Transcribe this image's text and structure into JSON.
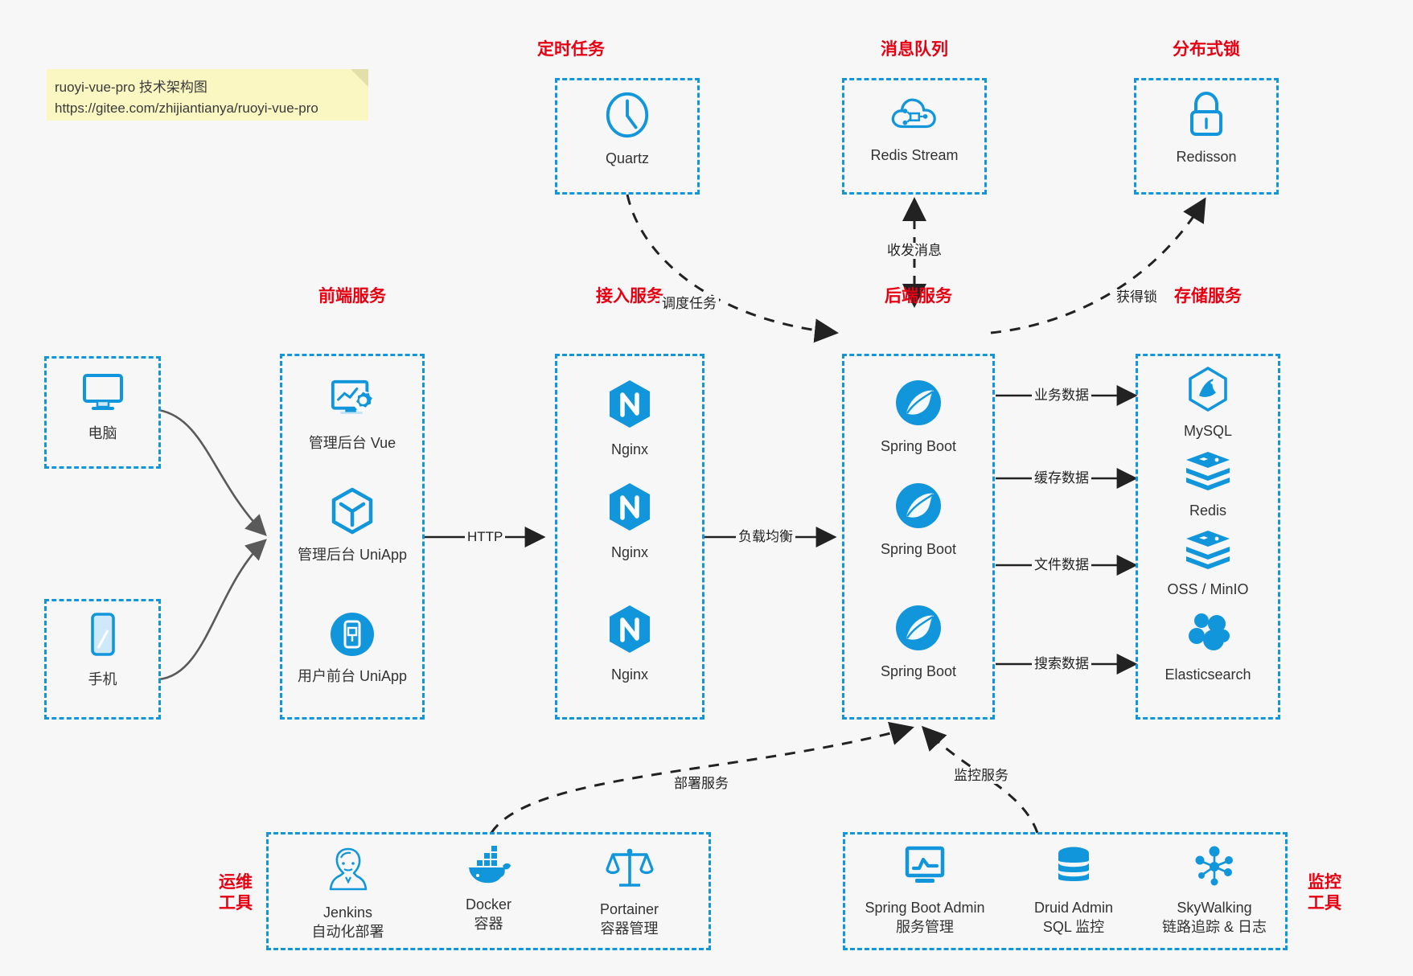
{
  "note": {
    "line1": "ruoyi-vue-pro 技术架构图",
    "line2": "https://gitee.com/zhijiantianya/ruoyi-vue-pro"
  },
  "colors": {
    "accent": "#1296db",
    "title": "#e60012",
    "background": "#f7f7f7",
    "note_bg": "#fbf7c3",
    "edge": "#222222",
    "curve": "#5a5a5a"
  },
  "groups": {
    "scheduler": {
      "title": "定时任务",
      "nodes": [
        {
          "label": "Quartz",
          "icon": "clock-icon"
        }
      ]
    },
    "mq": {
      "title": "消息队列",
      "nodes": [
        {
          "label": "Redis Stream",
          "icon": "cloud-stream-icon"
        }
      ]
    },
    "lock": {
      "title": "分布式锁",
      "nodes": [
        {
          "label": "Redisson",
          "icon": "lock-icon"
        }
      ]
    },
    "clients": {
      "nodes": [
        {
          "label": "电脑",
          "icon": "desktop-icon"
        },
        {
          "label": "手机",
          "icon": "mobile-icon"
        }
      ]
    },
    "frontend": {
      "title": "前端服务",
      "nodes": [
        {
          "label": "管理后台 Vue",
          "icon": "dashboard-vue-icon"
        },
        {
          "label": "管理后台 UniApp",
          "icon": "cube-uniapp-icon"
        },
        {
          "label": "用户前台 UniApp",
          "icon": "mobile-app-icon"
        }
      ]
    },
    "gateway": {
      "title": "接入服务",
      "nodes": [
        {
          "label": "Nginx",
          "icon": "nginx-icon"
        },
        {
          "label": "Nginx",
          "icon": "nginx-icon"
        },
        {
          "label": "Nginx",
          "icon": "nginx-icon"
        }
      ]
    },
    "backend": {
      "title": "后端服务",
      "nodes": [
        {
          "label": "Spring Boot",
          "icon": "spring-boot-icon"
        },
        {
          "label": "Spring Boot",
          "icon": "spring-boot-icon"
        },
        {
          "label": "Spring Boot",
          "icon": "spring-boot-icon"
        }
      ]
    },
    "storage": {
      "title": "存储服务",
      "nodes": [
        {
          "label": "MySQL",
          "icon": "mysql-icon"
        },
        {
          "label": "Redis",
          "icon": "redis-icon"
        },
        {
          "label": "OSS / MinIO",
          "icon": "oss-minio-icon"
        },
        {
          "label": "Elasticsearch",
          "icon": "elasticsearch-icon"
        }
      ]
    },
    "devops": {
      "title_line1": "运维",
      "title_line2": "工具",
      "nodes": [
        {
          "label": "Jenkins",
          "sublabel": "自动化部署",
          "icon": "jenkins-icon"
        },
        {
          "label": "Docker",
          "sublabel": "容器",
          "icon": "docker-icon"
        },
        {
          "label": "Portainer",
          "sublabel": "容器管理",
          "icon": "portainer-icon"
        }
      ]
    },
    "monitor": {
      "title_line1": "监控",
      "title_line2": "工具",
      "nodes": [
        {
          "label": "Spring Boot Admin",
          "sublabel": "服务管理",
          "icon": "monitor-chart-icon"
        },
        {
          "label": "Druid Admin",
          "sublabel": "SQL 监控",
          "icon": "database-icon"
        },
        {
          "label": "SkyWalking",
          "sublabel": "链路追踪 & 日志",
          "icon": "skywalking-icon"
        }
      ]
    }
  },
  "edges": {
    "http": "HTTP",
    "load_balance": "负载均衡",
    "schedule_task": "调度任务",
    "send_receive_message": "收发消息",
    "acquire_lock": "获得锁",
    "business_data": "业务数据",
    "cache_data": "缓存数据",
    "file_data": "文件数据",
    "search_data": "搜索数据",
    "deploy_service": "部署服务",
    "monitor_service": "监控服务"
  }
}
